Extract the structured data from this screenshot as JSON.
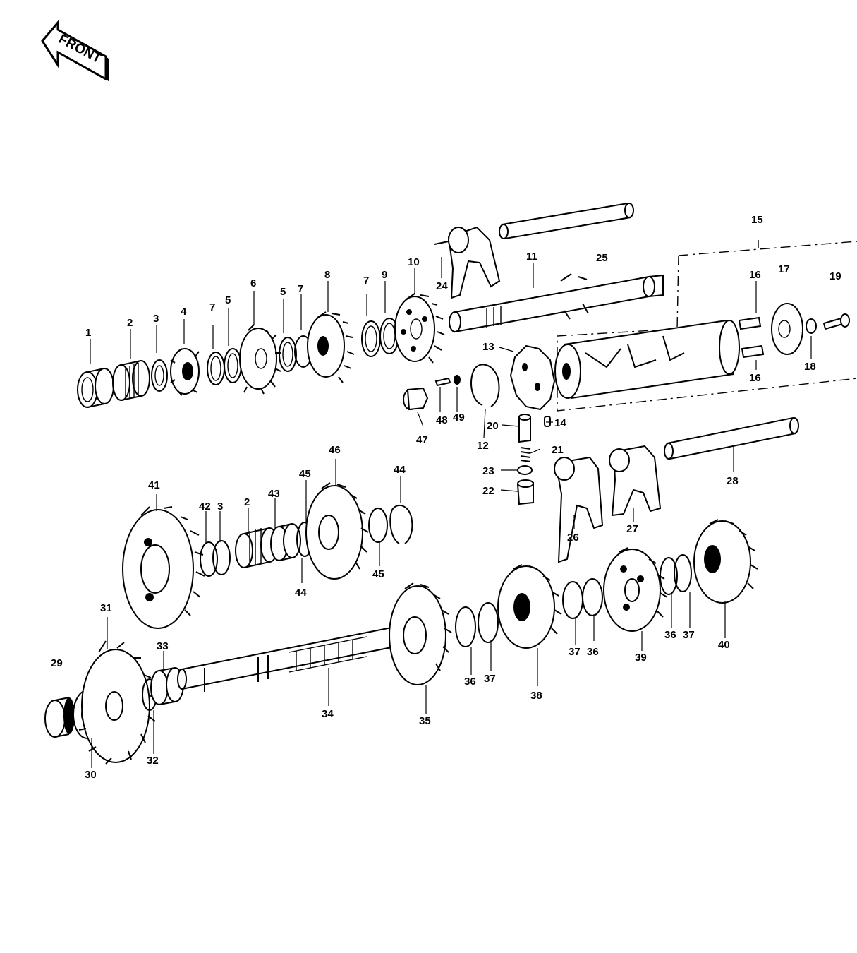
{
  "front_badge": {
    "label": "FRONT"
  },
  "callouts": [
    {
      "id": "c1",
      "text": "1"
    },
    {
      "id": "c2a",
      "text": "2"
    },
    {
      "id": "c3a",
      "text": "3"
    },
    {
      "id": "c4",
      "text": "4"
    },
    {
      "id": "c7a",
      "text": "7"
    },
    {
      "id": "c5a",
      "text": "5"
    },
    {
      "id": "c6",
      "text": "6"
    },
    {
      "id": "c5b",
      "text": "5"
    },
    {
      "id": "c7b",
      "text": "7"
    },
    {
      "id": "c8",
      "text": "8"
    },
    {
      "id": "c7c",
      "text": "7"
    },
    {
      "id": "c9",
      "text": "9"
    },
    {
      "id": "c10",
      "text": "10"
    },
    {
      "id": "c24",
      "text": "24"
    },
    {
      "id": "c11",
      "text": "11"
    },
    {
      "id": "c25",
      "text": "25"
    },
    {
      "id": "c15",
      "text": "15"
    },
    {
      "id": "c16a",
      "text": "16"
    },
    {
      "id": "c17",
      "text": "17"
    },
    {
      "id": "c19",
      "text": "19"
    },
    {
      "id": "c18",
      "text": "18"
    },
    {
      "id": "c16b",
      "text": "16"
    },
    {
      "id": "c13",
      "text": "13"
    },
    {
      "id": "c14",
      "text": "14"
    },
    {
      "id": "c20",
      "text": "20"
    },
    {
      "id": "c12",
      "text": "12"
    },
    {
      "id": "c21",
      "text": "21"
    },
    {
      "id": "c23",
      "text": "23"
    },
    {
      "id": "c22",
      "text": "22"
    },
    {
      "id": "c47",
      "text": "47"
    },
    {
      "id": "c48",
      "text": "48"
    },
    {
      "id": "c49",
      "text": "49"
    },
    {
      "id": "c28",
      "text": "28"
    },
    {
      "id": "c26",
      "text": "26"
    },
    {
      "id": "c27",
      "text": "27"
    },
    {
      "id": "c41",
      "text": "41"
    },
    {
      "id": "c42",
      "text": "42"
    },
    {
      "id": "c3b",
      "text": "3"
    },
    {
      "id": "c2b",
      "text": "2"
    },
    {
      "id": "c43",
      "text": "43"
    },
    {
      "id": "c45a",
      "text": "45"
    },
    {
      "id": "c46",
      "text": "46"
    },
    {
      "id": "c44a",
      "text": "44"
    },
    {
      "id": "c44b",
      "text": "44"
    },
    {
      "id": "c45b",
      "text": "45"
    },
    {
      "id": "c31",
      "text": "31"
    },
    {
      "id": "c29",
      "text": "29"
    },
    {
      "id": "c33",
      "text": "33"
    },
    {
      "id": "c30",
      "text": "30"
    },
    {
      "id": "c32",
      "text": "32"
    },
    {
      "id": "c34",
      "text": "34"
    },
    {
      "id": "c35",
      "text": "35"
    },
    {
      "id": "c36a",
      "text": "36"
    },
    {
      "id": "c37a",
      "text": "37"
    },
    {
      "id": "c38",
      "text": "38"
    },
    {
      "id": "c37b",
      "text": "37"
    },
    {
      "id": "c36b",
      "text": "36"
    },
    {
      "id": "c39",
      "text": "39"
    },
    {
      "id": "c36c",
      "text": "36"
    },
    {
      "id": "c37c",
      "text": "37"
    },
    {
      "id": "c40",
      "text": "40"
    }
  ]
}
